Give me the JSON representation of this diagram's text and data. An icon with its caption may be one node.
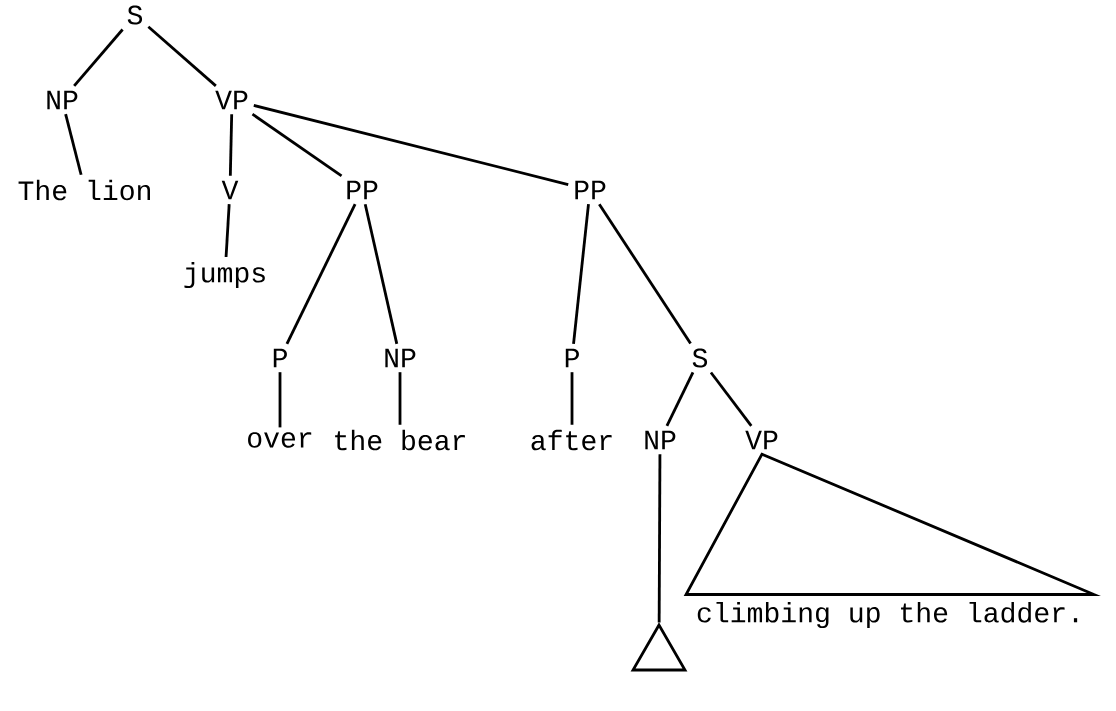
{
  "diagram": {
    "nodes": [
      {
        "text": [
          "S"
        ]
      },
      {
        "text": [
          "NP"
        ]
      },
      {
        "text": [
          "VP"
        ]
      },
      {
        "text": [
          "The lion"
        ]
      },
      {
        "text": [
          "V"
        ]
      },
      {
        "text": [
          "PP"
        ]
      },
      {
        "text": [
          "PP"
        ]
      },
      {
        "text": [
          "jumps"
        ]
      },
      {
        "text": [
          "P"
        ]
      },
      {
        "text": [
          "NP"
        ]
      },
      {
        "text": [
          "P"
        ]
      },
      {
        "text": [
          "S"
        ]
      },
      {
        "text": [
          "over"
        ]
      },
      {
        "text": [
          "the bear"
        ]
      },
      {
        "text": [
          "after"
        ]
      },
      {
        "text": [
          "NP"
        ]
      },
      {
        "text": [
          "VP"
        ]
      },
      {
        "text": [],
        "shape": "triangle"
      },
      {
        "text": [
          "climbing up the ladder."
        ]
      }
    ],
    "edges": [
      {
        "from": 0,
        "to": 1,
        "arrow": "none"
      },
      {
        "from": 0,
        "to": 2,
        "arrow": "none"
      },
      {
        "from": 1,
        "to": 3,
        "arrow": "none"
      },
      {
        "from": 2,
        "to": 4,
        "arrow": "none"
      },
      {
        "from": 2,
        "to": 5,
        "arrow": "none"
      },
      {
        "from": 2,
        "to": 6,
        "arrow": "none"
      },
      {
        "from": 4,
        "to": 7,
        "arrow": "none"
      },
      {
        "from": 5,
        "to": 8,
        "arrow": "none"
      },
      {
        "from": 5,
        "to": 9,
        "arrow": "none"
      },
      {
        "from": 6,
        "to": 10,
        "arrow": "none"
      },
      {
        "from": 6,
        "to": 11,
        "arrow": "none"
      },
      {
        "from": 8,
        "to": 12,
        "arrow": "none"
      },
      {
        "from": 9,
        "to": 13,
        "arrow": "none"
      },
      {
        "from": 10,
        "to": 14,
        "arrow": "none"
      },
      {
        "from": 11,
        "to": 15,
        "arrow": "none"
      },
      {
        "from": 11,
        "to": 16,
        "arrow": "none"
      },
      {
        "from": 15,
        "to": 17,
        "arrow": "none"
      },
      {
        "from": 16,
        "to": 18,
        "arrow": "none"
      }
    ]
  }
}
